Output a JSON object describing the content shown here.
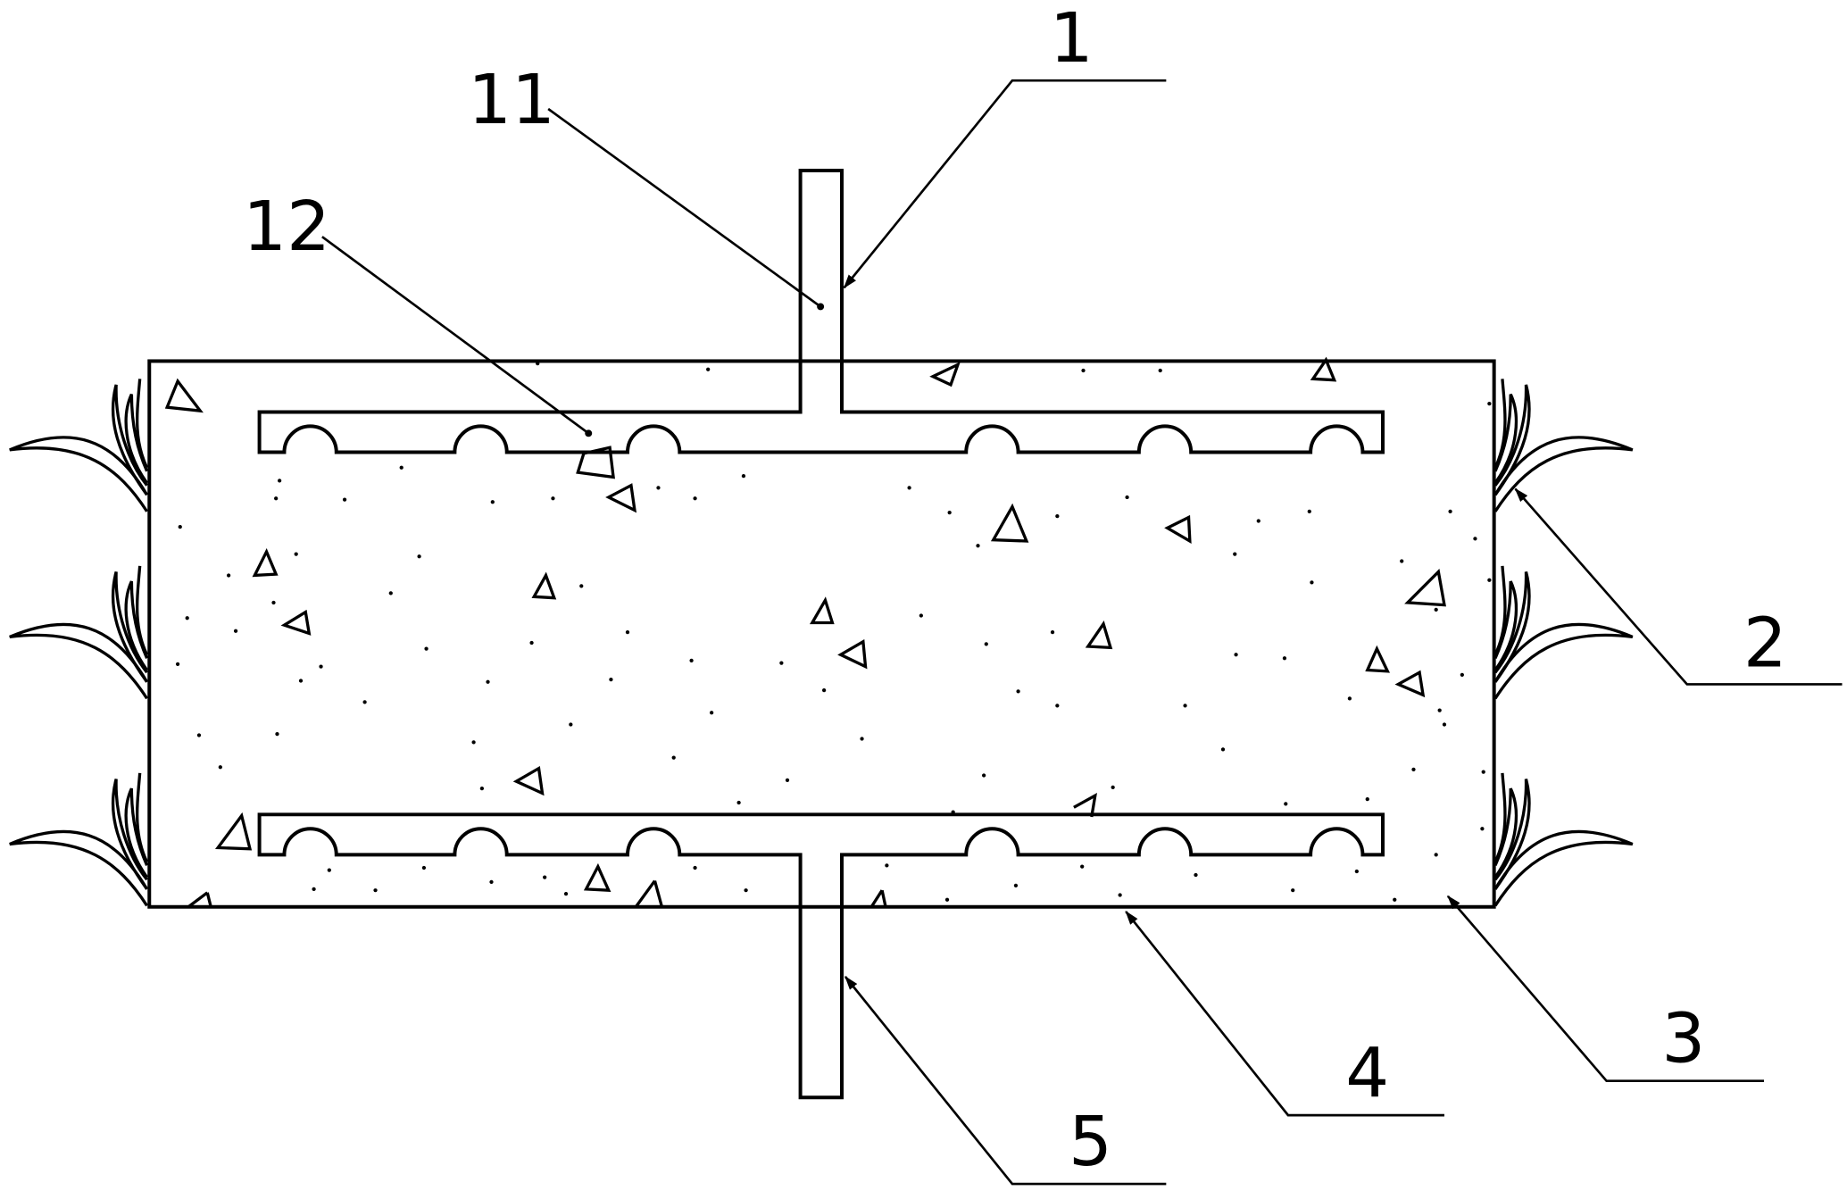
{
  "labels": {
    "l1": "1",
    "l11": "11",
    "l12": "12",
    "l2": "2",
    "l3": "3",
    "l4": "4",
    "l5": "5"
  },
  "colors": {
    "line": "#000000",
    "background": "#ffffff"
  }
}
